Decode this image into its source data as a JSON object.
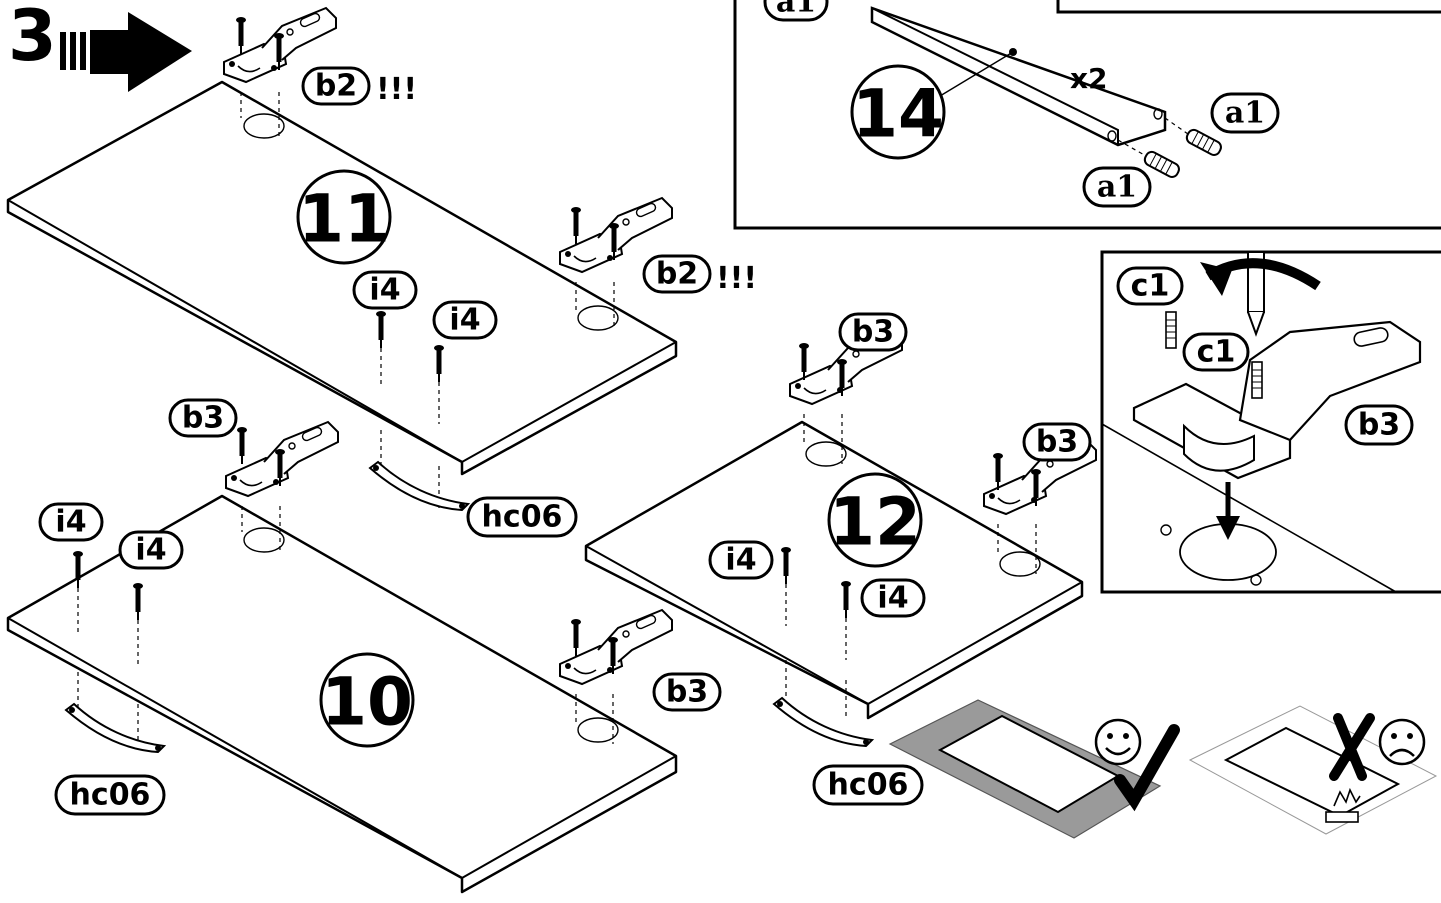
{
  "step": {
    "number": "3"
  },
  "panels": [
    {
      "id": "panel-11",
      "number": "11"
    },
    {
      "id": "panel-10",
      "number": "10"
    },
    {
      "id": "panel-12",
      "number": "12"
    },
    {
      "id": "panel-14",
      "number": "14"
    }
  ],
  "labels": {
    "b2": "b2",
    "b3": "b3",
    "i4": "i4",
    "hc06": "hc06",
    "a1": "a1",
    "c1": "c1",
    "warning": "!!!",
    "x2": "x2"
  },
  "icons": {
    "smile": "smiley-face-icon",
    "sad": "sad-face-icon",
    "check": "checkmark-icon",
    "cross": "cross-mark-icon"
  },
  "colors": {
    "ink": "#000000",
    "paper": "#ffffff",
    "rug": "#9a9a9a"
  }
}
